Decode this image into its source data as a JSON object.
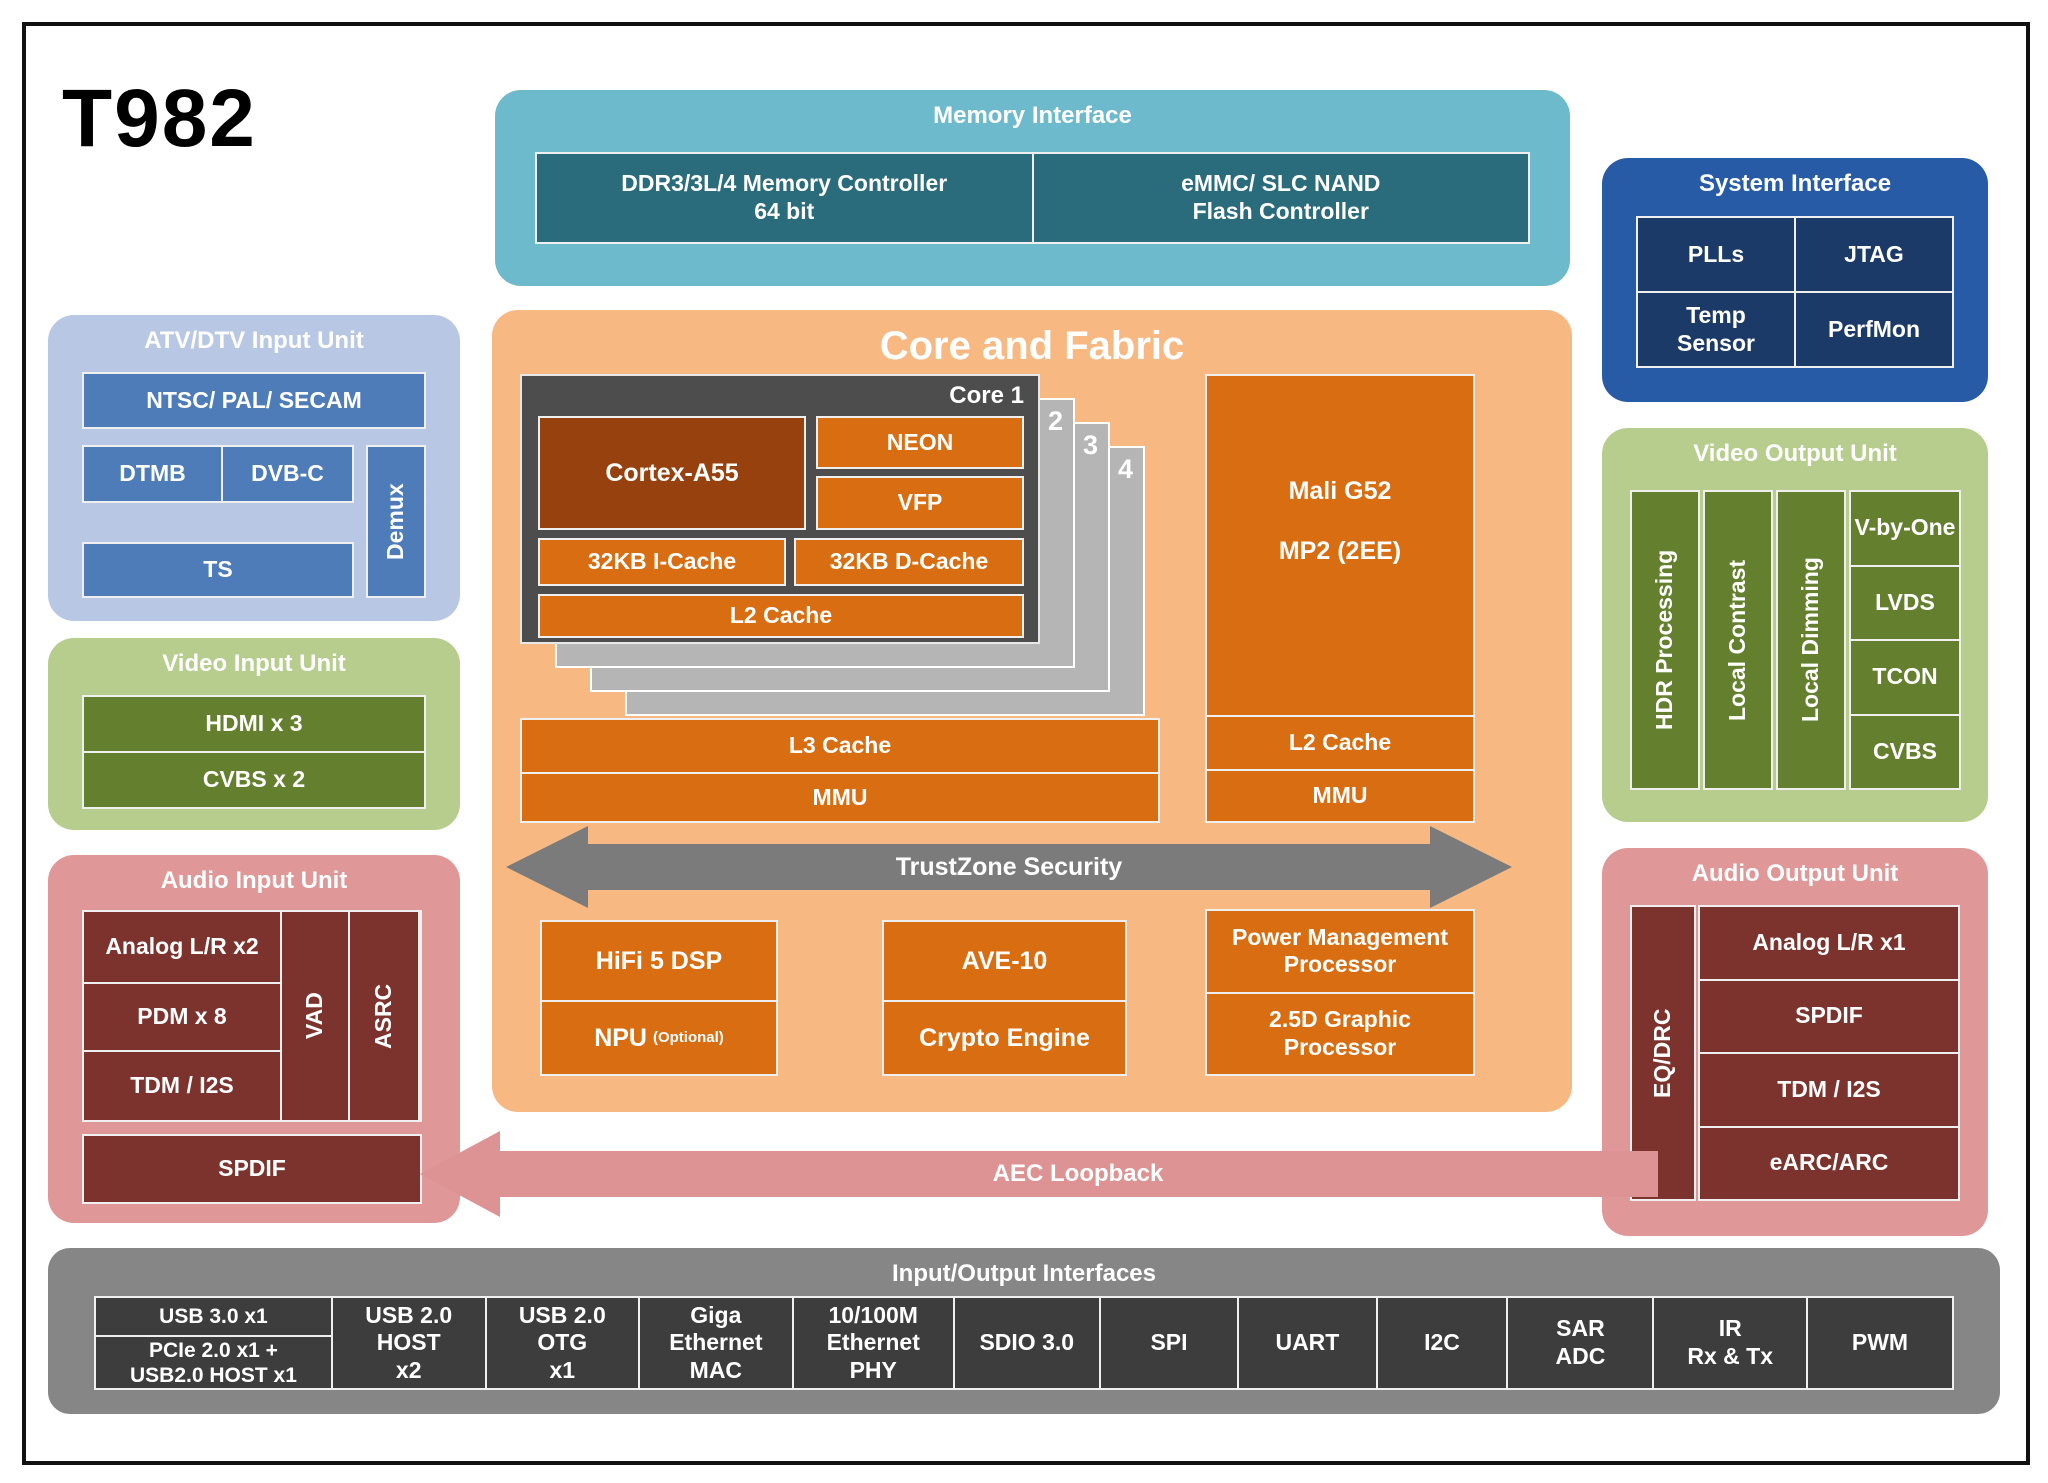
{
  "chip_title": "T982",
  "memory": {
    "title": "Memory Interface",
    "ddr": "DDR3/3L/4  Memory Controller\n64 bit",
    "emmc": "eMMC/ SLC NAND\nFlash Controller"
  },
  "system": {
    "title": "System Interface",
    "cells": [
      "PLLs",
      "JTAG",
      "Temp\nSensor",
      "PerfMon"
    ]
  },
  "atv": {
    "title": "ATV/DTV Input Unit",
    "ntsc": "NTSC/ PAL/ SECAM",
    "dtmb": "DTMB",
    "dvbc": "DVB-C",
    "demux": "Demux",
    "ts": "TS"
  },
  "video_in": {
    "title": "Video Input Unit",
    "hdmi": "HDMI x 3",
    "cvbs": "CVBS x 2"
  },
  "audio_in": {
    "title": "Audio Input Unit",
    "analog": "Analog L/R x2",
    "pdm": "PDM x 8",
    "tdm": "TDM / I2S",
    "vad": "VAD",
    "asrc": "ASRC",
    "spdif": "SPDIF"
  },
  "core": {
    "title": "Core and Fabric",
    "core1_label": "Core 1",
    "sheet_labels": [
      "2",
      "3",
      "4"
    ],
    "cortex": "Cortex-A55",
    "neon": "NEON",
    "vfp": "VFP",
    "icache": "32KB I-Cache",
    "dcache": "32KB D-Cache",
    "l2": "L2 Cache",
    "l3": "L3 Cache",
    "mmu_left": "MMU",
    "mali_line1": "Mali G52",
    "mali_line2": "MP2 (2EE)",
    "mali_l2": "L2 Cache",
    "mali_mmu": "MMU",
    "trustzone": "TrustZone Security",
    "hifi": "HiFi 5 DSP",
    "npu": "NPU",
    "npu_suffix": "(Optional)",
    "ave": "AVE-10",
    "crypto": "Crypto Engine",
    "pmp": "Power Management\nProcessor",
    "gfx25d": "2.5D Graphic\nProcessor"
  },
  "video_out": {
    "title": "Video Output Unit",
    "hdr": "HDR Processing",
    "local_contrast": "Local Contrast",
    "local_dimming": "Local Dimming",
    "vbyone": "V-by-One",
    "lvds": "LVDS",
    "tcon": "TCON",
    "cvbs": "CVBS"
  },
  "audio_out": {
    "title": "Audio Output Unit",
    "eqdrc": "EQ/DRC",
    "analog": "Analog L/R x1",
    "spdif": "SPDIF",
    "tdm": "TDM / I2S",
    "earc": "eARC/ARC"
  },
  "aec": {
    "label": "AEC Loopback"
  },
  "io": {
    "title": "Input/Output Interfaces",
    "usb3": "USB 3.0 x1",
    "pcie": "PCIe 2.0 x1 +\nUSB2.0 HOST x1",
    "cells": [
      "USB 2.0\nHOST\nx2",
      "USB 2.0\nOTG\nx1",
      "Giga\nEthernet\nMAC",
      "10/100M\nEthernet\nPHY",
      "SDIO 3.0",
      "SPI",
      "UART",
      "I2C",
      "SAR\nADC",
      "IR\nRx & Tx",
      "PWM"
    ]
  },
  "colors": {
    "memory_bg": "#6ebacd",
    "memory_cell": "#2b6c7c",
    "system_bg": "#275ba6",
    "system_cell": "#1b3a68",
    "atv_bg": "#b8c8e4",
    "atv_cell": "#4d7cb8",
    "green_bg": "#b6cd8d",
    "green_cell": "#64802f",
    "pink_bg": "#e09797",
    "maroon_cell": "#7c332d",
    "core_bg": "#f7b981",
    "orange_cell": "#d96d11",
    "rust_cell": "#97420e",
    "core1_bg": "#4d4d4d",
    "sheet_bg": "#b5b5b5",
    "trustzone_gray": "#7b7b7b",
    "aec_pink": "#dd9393",
    "io_bg": "#868686",
    "io_cell": "#3d3d3d"
  }
}
